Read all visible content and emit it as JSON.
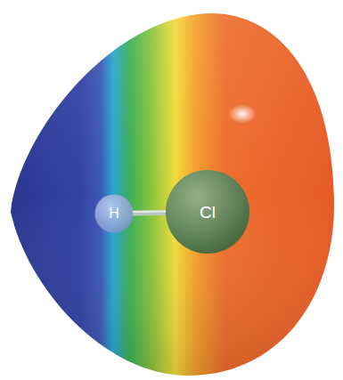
{
  "diagram": {
    "nodes": [
      {
        "text": [
          "H"
        ]
      },
      {
        "text": [
          "Cl"
        ]
      }
    ],
    "edges": [
      {
        "from": 0,
        "to": 1,
        "arrow": "none"
      }
    ]
  }
}
